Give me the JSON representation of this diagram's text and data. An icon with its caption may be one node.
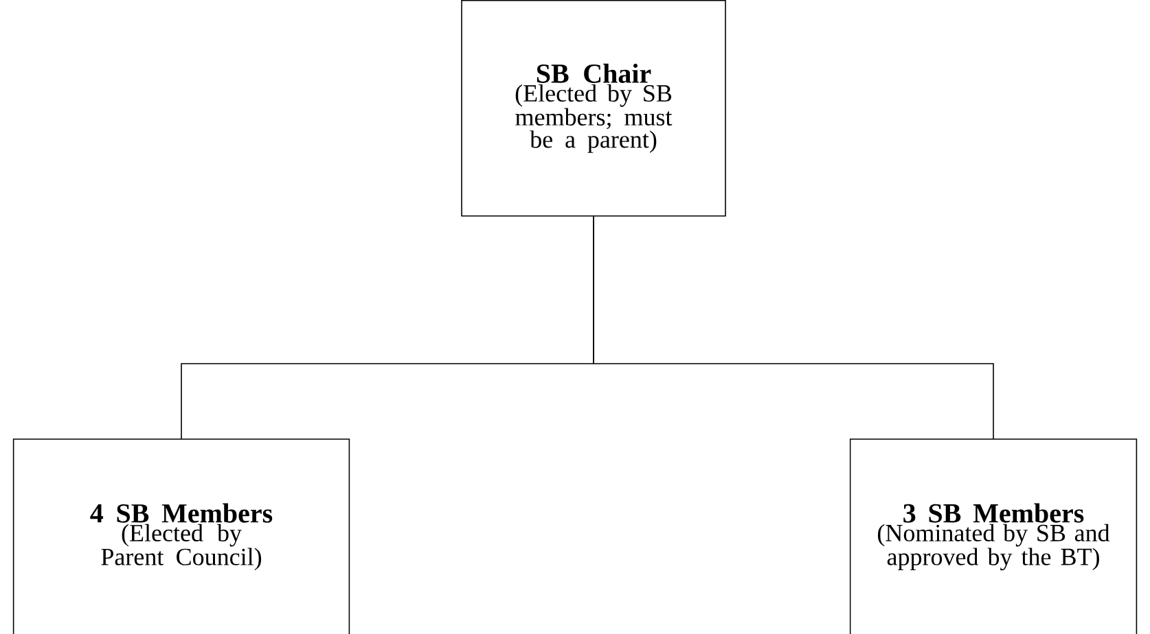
{
  "diagram": {
    "nodes": [
      {
        "text": [
          "SB Chair",
          "(Elected by SB members; must be a parent)"
        ]
      },
      {
        "text": [
          "4 SB Members",
          "(Elected by Parent Council)"
        ]
      },
      {
        "text": [
          "3 SB Members",
          "(Nominated by SB and approved by the BT)"
        ]
      }
    ],
    "edges": [
      {
        "from": 0,
        "to": 1,
        "arrow": "none"
      },
      {
        "from": 0,
        "to": 2,
        "arrow": "none"
      }
    ]
  }
}
